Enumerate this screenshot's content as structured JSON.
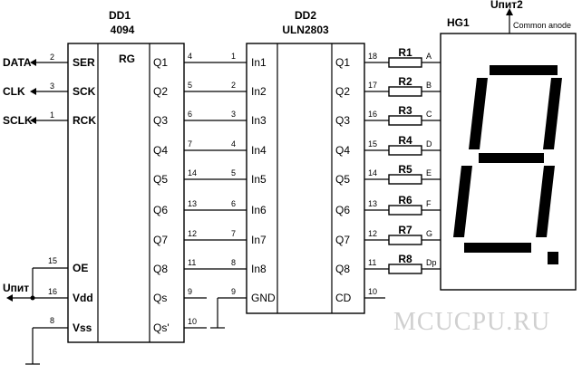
{
  "dd1": {
    "designator": "DD1",
    "part": "4094",
    "function": "RG",
    "left_pins": [
      {
        "num": "2",
        "name": "SER",
        "signal": "DATA"
      },
      {
        "num": "3",
        "name": "SCK",
        "signal": "CLK"
      },
      {
        "num": "1",
        "name": "RCK",
        "signal": "SCLK"
      },
      {
        "num": "15",
        "name": "OE"
      },
      {
        "num": "16",
        "name": "Vdd",
        "signal": "Uпит"
      },
      {
        "num": "8",
        "name": "Vss"
      }
    ],
    "outputs": [
      {
        "name": "Q1",
        "num": "4"
      },
      {
        "name": "Q2",
        "num": "5"
      },
      {
        "name": "Q3",
        "num": "6"
      },
      {
        "name": "Q4",
        "num": "7"
      },
      {
        "name": "Q5",
        "num": "14"
      },
      {
        "name": "Q6",
        "num": "13"
      },
      {
        "name": "Q7",
        "num": "12"
      },
      {
        "name": "Q8",
        "num": "11"
      },
      {
        "name": "Qs",
        "num": "9"
      },
      {
        "name": "Qs'",
        "num": "10"
      }
    ]
  },
  "dd2": {
    "designator": "DD2",
    "part": "ULN2803",
    "inputs": [
      {
        "name": "In1",
        "num": "1"
      },
      {
        "name": "In2",
        "num": "2"
      },
      {
        "name": "In3",
        "num": "3"
      },
      {
        "name": "In4",
        "num": "4"
      },
      {
        "name": "In5",
        "num": "5"
      },
      {
        "name": "In6",
        "num": "6"
      },
      {
        "name": "In7",
        "num": "7"
      },
      {
        "name": "In8",
        "num": "8"
      },
      {
        "name": "GND",
        "num": "9"
      }
    ],
    "outputs": [
      {
        "name": "Q1",
        "num": "18"
      },
      {
        "name": "Q2",
        "num": "17"
      },
      {
        "name": "Q3",
        "num": "16"
      },
      {
        "name": "Q4",
        "num": "15"
      },
      {
        "name": "Q5",
        "num": "14"
      },
      {
        "name": "Q6",
        "num": "13"
      },
      {
        "name": "Q7",
        "num": "12"
      },
      {
        "name": "Q8",
        "num": "11"
      },
      {
        "name": "CD",
        "num": "10"
      }
    ]
  },
  "resistors": [
    {
      "ref": "R1",
      "segment": "A"
    },
    {
      "ref": "R2",
      "segment": "B"
    },
    {
      "ref": "R3",
      "segment": "C"
    },
    {
      "ref": "R4",
      "segment": "D"
    },
    {
      "ref": "R5",
      "segment": "E"
    },
    {
      "ref": "R6",
      "segment": "F"
    },
    {
      "ref": "R7",
      "segment": "G"
    },
    {
      "ref": "R8",
      "segment": "Dp"
    }
  ],
  "hg1": {
    "designator": "HG1",
    "supply": "Uпит2",
    "anode_label": "Common anode"
  },
  "watermark": "MCUCPU.RU"
}
